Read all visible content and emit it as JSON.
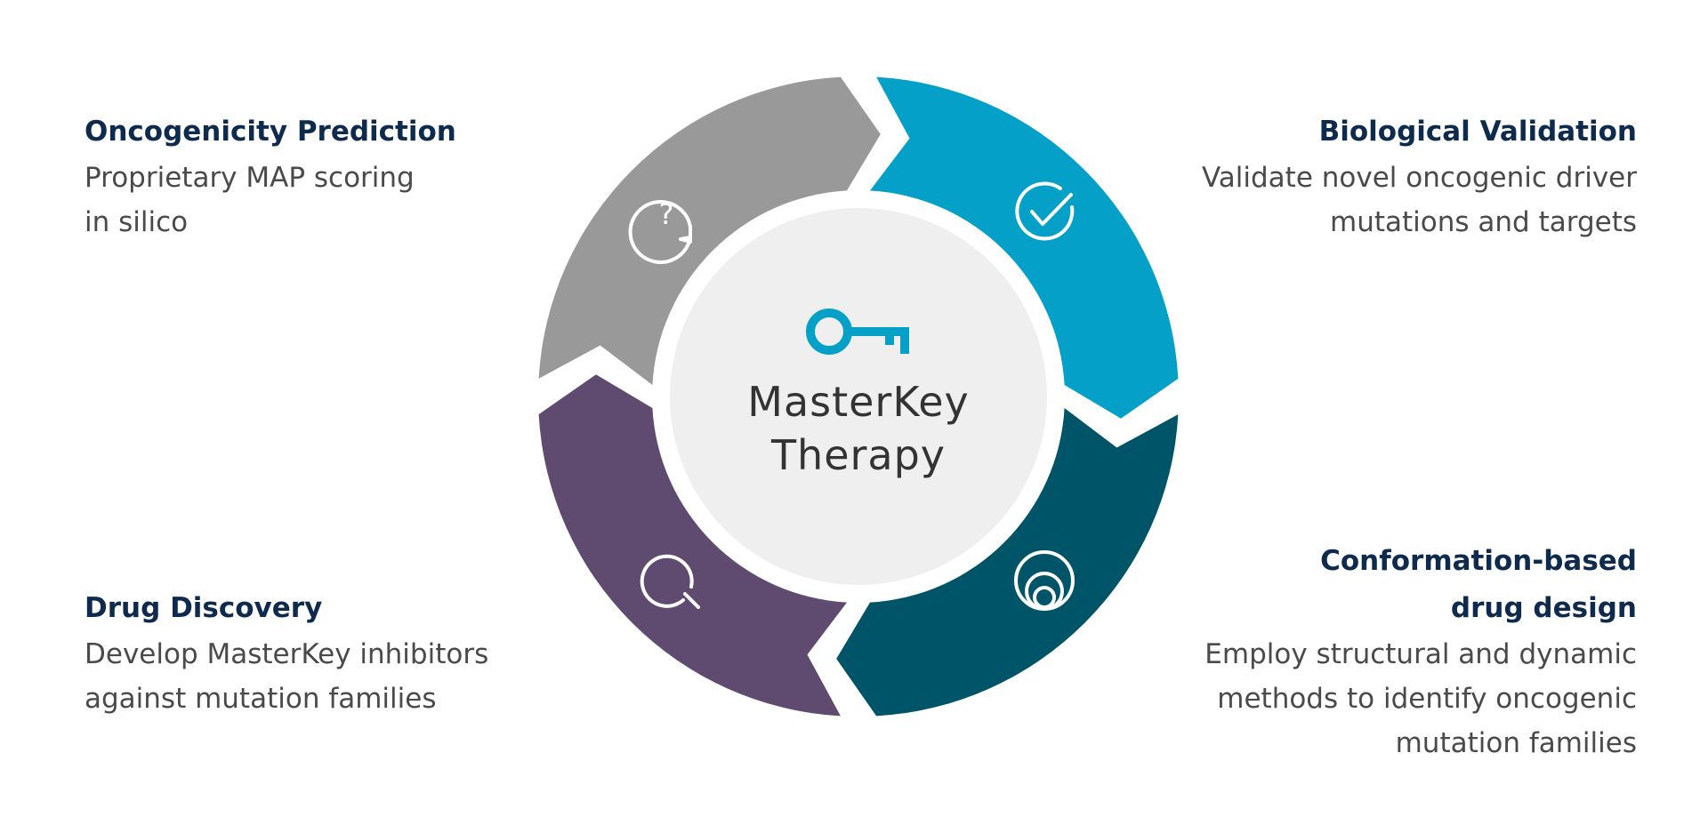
{
  "center": {
    "icon": "key-icon",
    "title_line1": "MasterKey",
    "title_line2": "Therapy"
  },
  "steps": [
    {
      "id": "oncogenicity",
      "heading": [
        "Oncogenicity Prediction"
      ],
      "description": [
        "Proprietary MAP scoring",
        "in silico"
      ],
      "icon": "question-bubble-icon",
      "color": "#999999"
    },
    {
      "id": "biological",
      "heading": [
        "Biological Validation"
      ],
      "description": [
        "Validate novel oncogenic driver",
        "mutations and targets"
      ],
      "icon": "check-circle-icon",
      "color": "#04a0c8"
    },
    {
      "id": "conformation",
      "heading": [
        "Conformation-based",
        "drug design"
      ],
      "description": [
        "Employ structural and dynamic",
        "methods to identify oncogenic",
        "mutation families"
      ],
      "icon": "concentric-circles-icon",
      "color": "#005468"
    },
    {
      "id": "drug-discovery",
      "heading": [
        "Drug Discovery"
      ],
      "description": [
        "Develop MasterKey inhibitors",
        "against mutation families"
      ],
      "icon": "magnifier-icon",
      "color": "#5f4a70"
    }
  ],
  "colors": {
    "heading": "#0e2a4c",
    "description": "#4a4a4a",
    "center_fill": "#efefef",
    "key_icon": "#04a0c8"
  }
}
